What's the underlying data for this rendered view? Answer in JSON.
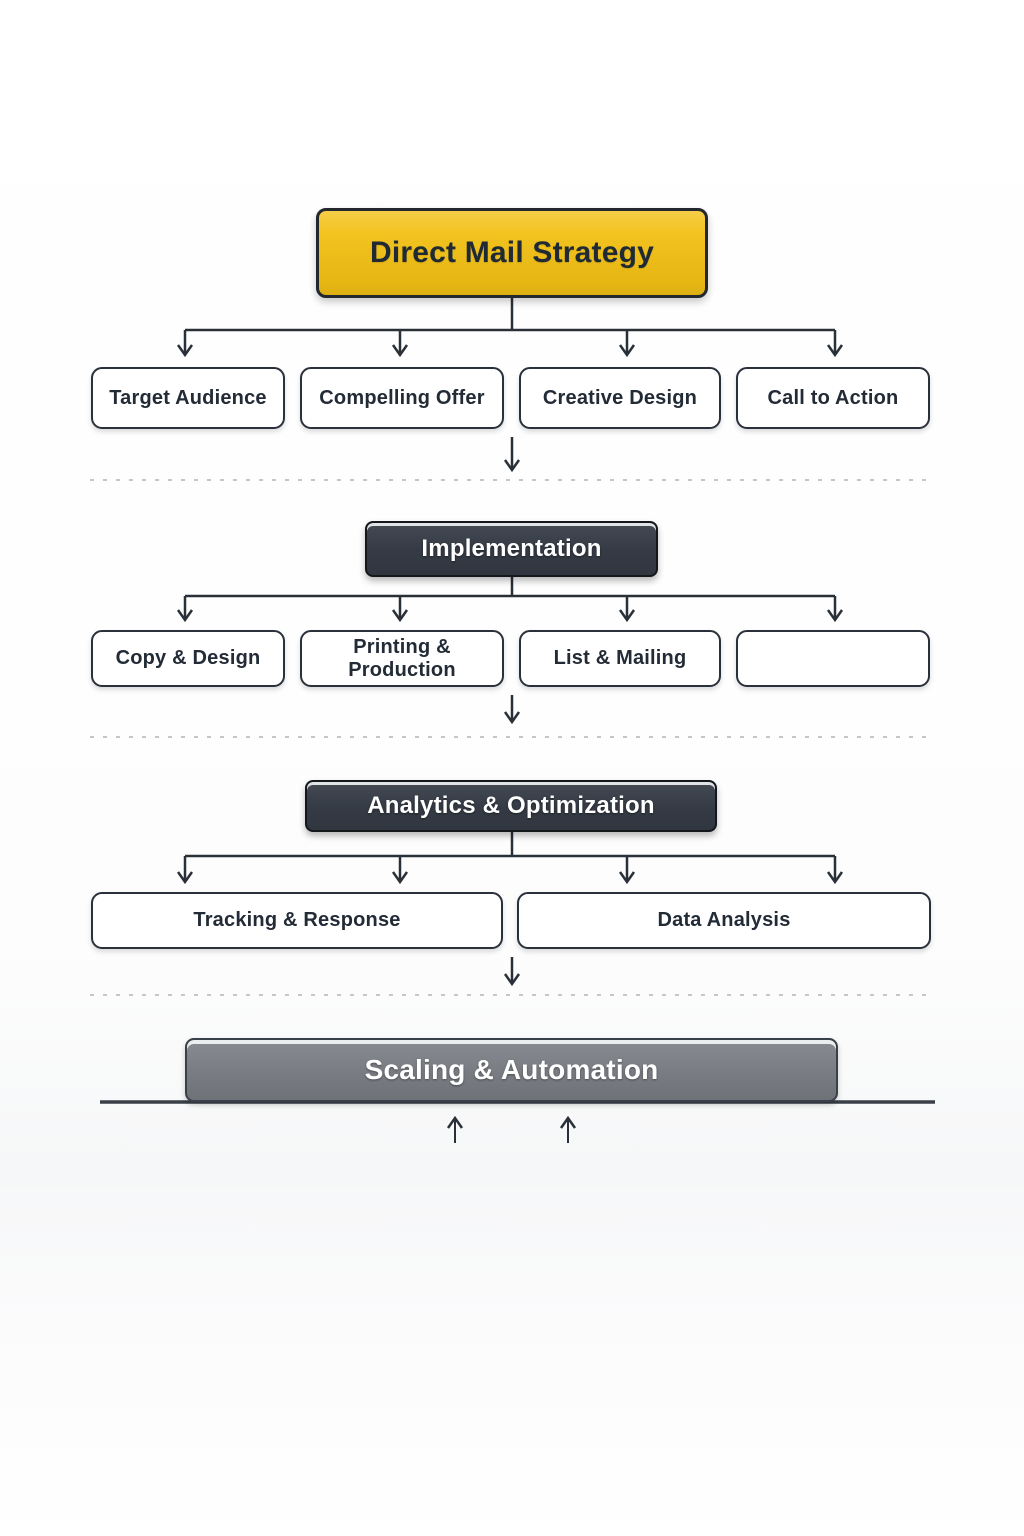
{
  "colors": {
    "accent-yellow": "#F2C014",
    "charcoal": "#363C46",
    "node-gray": "#7B7F85",
    "line": "#2A3038",
    "dash": "#C6C6C6",
    "text-dark": "#1F2A35"
  },
  "flowchart": {
    "root": {
      "label": "Direct Mail Strategy"
    },
    "strategy_components": [
      {
        "label": "Target Audience"
      },
      {
        "label": "Compelling Offer"
      },
      {
        "label": "Creative Design"
      },
      {
        "label": "Call to Action"
      }
    ],
    "implementation": {
      "label": "Implementation"
    },
    "implementation_components": [
      {
        "label": "Copy & Design"
      },
      {
        "label": "Printing & Production"
      },
      {
        "label": "List & Mailing"
      },
      {
        "label": ""
      }
    ],
    "analytics": {
      "label": "Analytics & Optimization"
    },
    "analytics_components": [
      {
        "label": "Tracking & Response"
      },
      {
        "label": "Data Analysis"
      }
    ],
    "scaling": {
      "label": "Scaling & Automation"
    }
  }
}
